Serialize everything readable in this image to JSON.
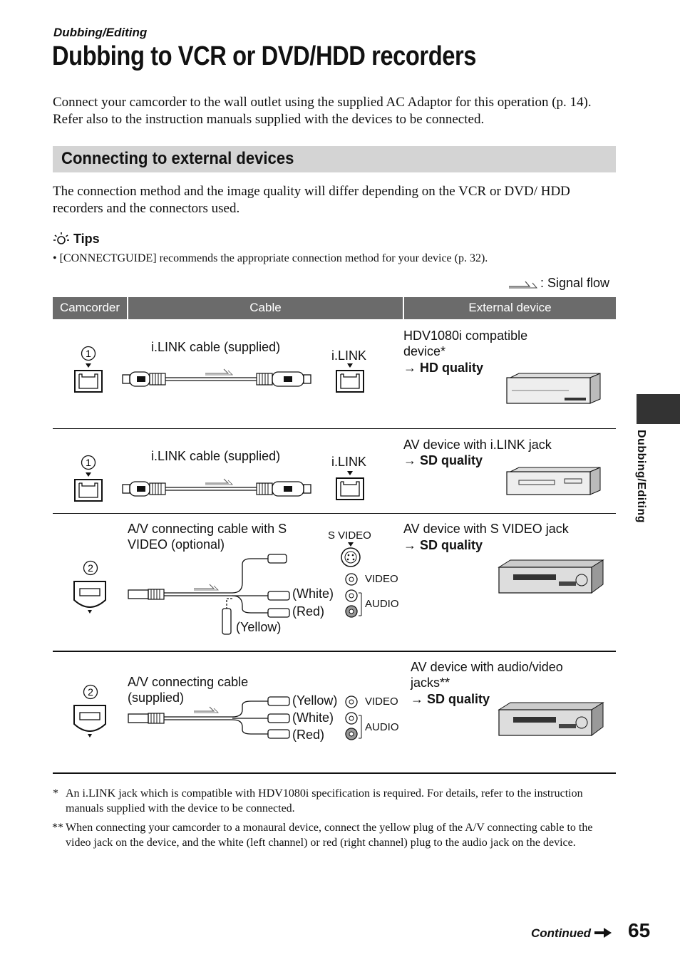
{
  "header": {
    "section": "Dubbing/Editing",
    "title": "Dubbing to VCR or DVD/HDD recorders",
    "intro": "Connect your camcorder to the wall outlet using the supplied AC Adaptor for this operation (p. 14). Refer also to the instruction manuals supplied with the devices to be connected."
  },
  "subsection": {
    "title": "Connecting to external devices",
    "text": "The connection method and the image quality will differ depending on the VCR or DVD/ HDD recorders and the connectors used."
  },
  "tips": {
    "label": "Tips",
    "items": [
      "• [CONNECTGUIDE] recommends the appropriate connection method for your device (p. 32)."
    ]
  },
  "table": {
    "legend": ": Signal flow",
    "headers": [
      "Camcorder",
      "Cable",
      "External device"
    ],
    "rows": [
      {
        "number": "1",
        "cable": "i.LINK cable (supplied)",
        "port": "i.LINK",
        "device": "HDV1080i compatible device*",
        "quality": "HD quality"
      },
      {
        "number": "1",
        "cable": "i.LINK cable (supplied)",
        "port": "i.LINK",
        "device": "AV device with i.LINK jack",
        "quality": "SD quality"
      },
      {
        "number": "2",
        "cable": "A/V connecting cable with S VIDEO (optional)",
        "port": "S VIDEO",
        "plugs": [
          "(White)",
          "(Red)",
          "(Yellow)"
        ],
        "jacks": [
          "VIDEO",
          "AUDIO"
        ],
        "device": "AV device with S VIDEO jack",
        "quality": "SD quality"
      },
      {
        "number": "2",
        "cable": "A/V connecting cable (supplied)",
        "plugs": [
          "(Yellow)",
          "(White)",
          "(Red)"
        ],
        "jacks": [
          "VIDEO",
          "AUDIO"
        ],
        "device": "AV device with audio/video jacks**",
        "quality": "SD quality"
      }
    ]
  },
  "footnotes": [
    {
      "mark": "*",
      "text": "An i.LINK jack which is compatible with HDV1080i specification is required. For details, refer to the instruction manuals supplied with the device to be connected."
    },
    {
      "mark": "**",
      "text": "When connecting your camcorder to a monaural device, connect the yellow plug of the A/V connecting cable to the video jack on the device, and the white (left channel) or red (right channel) plug to the audio jack on the device."
    }
  ],
  "side_tab": "Dubbing/Editing",
  "footer": {
    "continued": "Continued",
    "page": "65"
  },
  "colors": {
    "header_bg": "#6b6b6b",
    "band_bg": "#d4d4d4",
    "side_tab": "#333333"
  }
}
